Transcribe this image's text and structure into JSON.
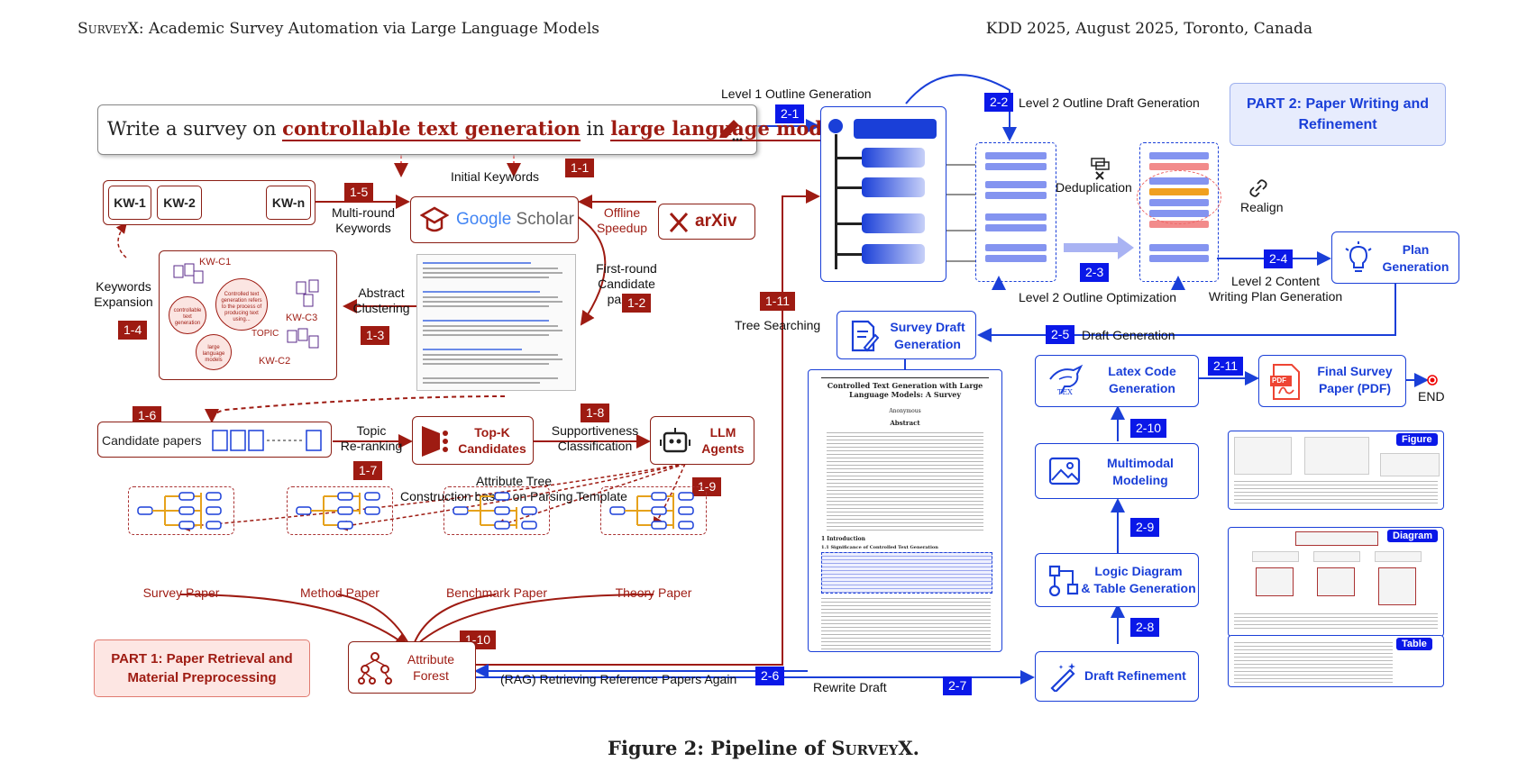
{
  "header": {
    "left_prefix": "SurveyX",
    "left_rest": ": Academic Survey Automation via Large Language Models",
    "right": "KDD 2025, August 2025, Toronto, Canada"
  },
  "caption": {
    "prefix": "Figure 2: Pipeline of ",
    "name": "SurveyX",
    "suffix": "."
  },
  "prompt": {
    "pre": "Write a survey on ",
    "term1": "controllable text generation",
    "mid": " in ",
    "term2": "large language models",
    "post": "."
  },
  "part1": {
    "title": "PART 1: Paper Retrieval and Material Preprocessing"
  },
  "part2": {
    "title": "PART 2: Paper Writing and Refinement"
  },
  "tags": {
    "t1_1": "1-1",
    "t1_2": "1-2",
    "t1_3": "1-3",
    "t1_4": "1-4",
    "t1_5": "1-5",
    "t1_6": "1-6",
    "t1_7": "1-7",
    "t1_8": "1-8",
    "t1_9": "1-9",
    "t1_10": "1-10",
    "t1_11": "1-11",
    "t2_1": "2-1",
    "t2_2": "2-2",
    "t2_3": "2-3",
    "t2_4": "2-4",
    "t2_5": "2-5",
    "t2_6": "2-6",
    "t2_7": "2-7",
    "t2_8": "2-8",
    "t2_9": "2-9",
    "t2_10": "2-10",
    "t2_11": "2-11"
  },
  "labels": {
    "initial_keywords": "Initial Keywords",
    "multi_round": "Multi-round",
    "keywords": "Keywords",
    "offline": "Offline",
    "speedup": "Speedup",
    "first_round": "First-round",
    "candidate_papers_label": "Candidate papers",
    "keywords_expansion_1": "Keywords",
    "keywords_expansion_2": "Expansion",
    "abstract": "Abstract",
    "clustering": "Clustering",
    "candidate_papers": "Candidate papers",
    "topic": "Topic",
    "reranking": "Re-ranking",
    "supportiveness": "Supportiveness",
    "classification": "Classification",
    "attr_tree_1": "Attribute Tree",
    "attr_tree_2": "Construction based on Parsing Template",
    "tree_searching": "Tree Searching",
    "rag": "(RAG)  Retrieving Reference Papers Again",
    "rewrite_draft": "Rewrite Draft",
    "l1_outline": "Level 1 Outline Generation",
    "l2_outline_draft": "Level 2 Outline Draft Generation",
    "deduplication": "Deduplication",
    "realign": "Realign",
    "l2_opt": "Level 2 Outline Optimization",
    "l2_content_1": "Level 2 Content",
    "l2_content_2": "Writing Plan Generation",
    "draft_generation": "Draft Generation",
    "end": "END"
  },
  "kw": {
    "k1": "KW-1",
    "k2": "KW-2",
    "kn": "KW-n"
  },
  "scholar": {
    "google": "Google",
    "scholar": " Scholar"
  },
  "arxiv": "arXiv",
  "topk": {
    "line1": "Top-K",
    "line2": "Candidates"
  },
  "llm": {
    "line1": "LLM",
    "line2": "Agents"
  },
  "cluster": {
    "c1": "KW-C1",
    "c2": "KW-C2",
    "c3": "KW-C3",
    "topic": "TOPIC",
    "b1": [
      "controllable",
      "text",
      "generation"
    ],
    "b2": [
      "Controlled text",
      "generation refers",
      "to the process of",
      "producing text",
      "using..."
    ],
    "b3": [
      "large",
      "language",
      "models"
    ]
  },
  "papers": [
    {
      "title": "Survey Paper"
    },
    {
      "title": "Method Paper"
    },
    {
      "title": "Benchmark Paper"
    },
    {
      "title": "Theory Paper"
    }
  ],
  "attr_forest": {
    "line1": "Attribute",
    "line2": "Forest"
  },
  "plan_gen": {
    "line1": "Plan",
    "line2": "Generation"
  },
  "survey_draft": {
    "line1": "Survey Draft",
    "line2": "Generation"
  },
  "latex": {
    "line1": "Latex Code",
    "line2": "Generation",
    "logo": "TEX"
  },
  "final_pdf": {
    "line1": "Final Survey",
    "line2": "Paper (PDF)",
    "logo": "PDF"
  },
  "multimodal": {
    "line1": "Multimodal",
    "line2": "Modeling"
  },
  "logic_diag": {
    "line1": "Logic Diagram",
    "line2": "& Table Generation"
  },
  "draft_ref": {
    "title": "Draft Refinement"
  },
  "doc": {
    "title": "Controlled Text Generation with Large Language Models: A Survey",
    "anonymous": "Anonymous",
    "abstract": "Abstract",
    "intro": "1   Introduction",
    "sub": "1.1   Significance of Controlled Text Generation"
  },
  "previews": {
    "figure": "Figure",
    "diagram": "Diagram",
    "table": "Table"
  },
  "colors": {
    "red": "#9e1b12",
    "blue": "#1a3fd8",
    "tag_blue": "#0a18e8"
  }
}
